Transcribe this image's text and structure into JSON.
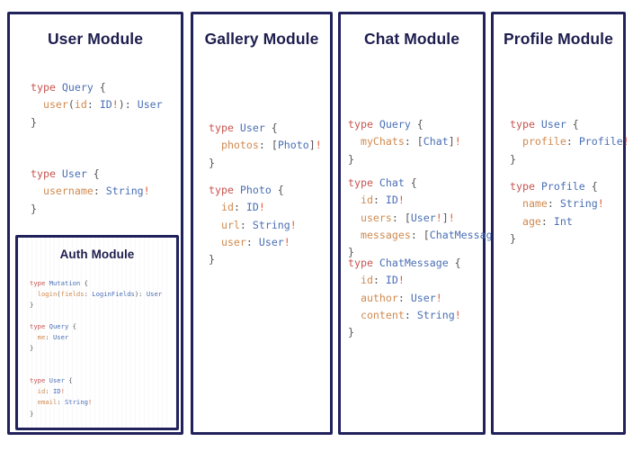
{
  "diagram": {
    "type": "graphql-schema-module-map",
    "background_color": "#ffffff",
    "border_color": "#21215c",
    "title_color": "#1d1d4e",
    "syntax_colors": {
      "keyword": "#c75450",
      "type_name": "#4a6fb5",
      "field_name": "#d08a50",
      "non_null": "#e05a3a",
      "punctuation": "#555555"
    }
  },
  "panels": {
    "user": {
      "title": "User Module",
      "blocks": [
        {
          "id": "user-code-1",
          "lines": [
            [
              {
                "t": "type ",
                "c": "kw"
              },
              {
                "t": "Query",
                "c": "tn"
              },
              {
                "t": " {",
                "c": "pun"
              }
            ],
            [
              {
                "t": "  ",
                "c": "pun"
              },
              {
                "t": "user",
                "c": "fld"
              },
              {
                "t": "(",
                "c": "pun"
              },
              {
                "t": "id",
                "c": "fld"
              },
              {
                "t": ": ",
                "c": "pun"
              },
              {
                "t": "ID",
                "c": "tn"
              },
              {
                "t": "!",
                "c": "bang"
              },
              {
                "t": "): ",
                "c": "pun"
              },
              {
                "t": "User",
                "c": "tn"
              }
            ],
            [
              {
                "t": "}",
                "c": "pun"
              }
            ]
          ]
        },
        {
          "id": "user-code-2",
          "lines": [
            [
              {
                "t": "type ",
                "c": "kw"
              },
              {
                "t": "User",
                "c": "tn"
              },
              {
                "t": " {",
                "c": "pun"
              }
            ],
            [
              {
                "t": "  ",
                "c": "pun"
              },
              {
                "t": "username",
                "c": "fld"
              },
              {
                "t": ": ",
                "c": "pun"
              },
              {
                "t": "String",
                "c": "tn"
              },
              {
                "t": "!",
                "c": "bang"
              }
            ],
            [
              {
                "t": "}",
                "c": "pun"
              }
            ]
          ]
        }
      ]
    },
    "auth": {
      "title": "Auth Module",
      "blocks": [
        {
          "id": "auth-code-1",
          "lines": [
            [
              {
                "t": "type ",
                "c": "kw"
              },
              {
                "t": "Mutation",
                "c": "tn"
              },
              {
                "t": " {",
                "c": "pun"
              }
            ],
            [
              {
                "t": "  ",
                "c": "pun"
              },
              {
                "t": "login",
                "c": "fld"
              },
              {
                "t": "(",
                "c": "pun"
              },
              {
                "t": "fields",
                "c": "fld"
              },
              {
                "t": ": ",
                "c": "pun"
              },
              {
                "t": "LoginFields",
                "c": "tn"
              },
              {
                "t": "): ",
                "c": "pun"
              },
              {
                "t": "User",
                "c": "tn"
              }
            ],
            [
              {
                "t": "}",
                "c": "pun"
              }
            ]
          ]
        },
        {
          "id": "auth-code-2",
          "lines": [
            [
              {
                "t": "type ",
                "c": "kw"
              },
              {
                "t": "Query",
                "c": "tn"
              },
              {
                "t": " {",
                "c": "pun"
              }
            ],
            [
              {
                "t": "  ",
                "c": "pun"
              },
              {
                "t": "me",
                "c": "fld"
              },
              {
                "t": ": ",
                "c": "pun"
              },
              {
                "t": "User",
                "c": "tn"
              }
            ],
            [
              {
                "t": "}",
                "c": "pun"
              }
            ]
          ]
        },
        {
          "id": "auth-code-3",
          "lines": [
            [
              {
                "t": "type ",
                "c": "kw"
              },
              {
                "t": "User",
                "c": "tn"
              },
              {
                "t": " {",
                "c": "pun"
              }
            ],
            [
              {
                "t": "  ",
                "c": "pun"
              },
              {
                "t": "id",
                "c": "fld"
              },
              {
                "t": ": ",
                "c": "pun"
              },
              {
                "t": "ID",
                "c": "tn"
              },
              {
                "t": "!",
                "c": "bang"
              }
            ],
            [
              {
                "t": "  ",
                "c": "pun"
              },
              {
                "t": "email",
                "c": "fld"
              },
              {
                "t": ": ",
                "c": "pun"
              },
              {
                "t": "String",
                "c": "tn"
              },
              {
                "t": "!",
                "c": "bang"
              }
            ],
            [
              {
                "t": "}",
                "c": "pun"
              }
            ]
          ]
        }
      ]
    },
    "gallery": {
      "title": "Gallery Module",
      "blocks": [
        {
          "id": "gallery-code-1",
          "lines": [
            [
              {
                "t": "type ",
                "c": "kw"
              },
              {
                "t": "User",
                "c": "tn"
              },
              {
                "t": " {",
                "c": "pun"
              }
            ],
            [
              {
                "t": "  ",
                "c": "pun"
              },
              {
                "t": "photos",
                "c": "fld"
              },
              {
                "t": ": [",
                "c": "pun"
              },
              {
                "t": "Photo",
                "c": "tn"
              },
              {
                "t": "]",
                "c": "pun"
              },
              {
                "t": "!",
                "c": "bang"
              }
            ],
            [
              {
                "t": "}",
                "c": "pun"
              }
            ]
          ]
        },
        {
          "id": "gallery-code-2",
          "lines": [
            [
              {
                "t": "type ",
                "c": "kw"
              },
              {
                "t": "Photo",
                "c": "tn"
              },
              {
                "t": " {",
                "c": "pun"
              }
            ],
            [
              {
                "t": "  ",
                "c": "pun"
              },
              {
                "t": "id",
                "c": "fld"
              },
              {
                "t": ": ",
                "c": "pun"
              },
              {
                "t": "ID",
                "c": "tn"
              },
              {
                "t": "!",
                "c": "bang"
              }
            ],
            [
              {
                "t": "  ",
                "c": "pun"
              },
              {
                "t": "url",
                "c": "fld"
              },
              {
                "t": ": ",
                "c": "pun"
              },
              {
                "t": "String",
                "c": "tn"
              },
              {
                "t": "!",
                "c": "bang"
              }
            ],
            [
              {
                "t": "  ",
                "c": "pun"
              },
              {
                "t": "user",
                "c": "fld"
              },
              {
                "t": ": ",
                "c": "pun"
              },
              {
                "t": "User",
                "c": "tn"
              },
              {
                "t": "!",
                "c": "bang"
              }
            ],
            [
              {
                "t": "}",
                "c": "pun"
              }
            ]
          ]
        }
      ]
    },
    "chat": {
      "title": "Chat Module",
      "blocks": [
        {
          "id": "chat-code-1",
          "lines": [
            [
              {
                "t": "type ",
                "c": "kw"
              },
              {
                "t": "Query",
                "c": "tn"
              },
              {
                "t": " {",
                "c": "pun"
              }
            ],
            [
              {
                "t": "  ",
                "c": "pun"
              },
              {
                "t": "myChats",
                "c": "fld"
              },
              {
                "t": ": [",
                "c": "pun"
              },
              {
                "t": "Chat",
                "c": "tn"
              },
              {
                "t": "]",
                "c": "pun"
              },
              {
                "t": "!",
                "c": "bang"
              }
            ],
            [
              {
                "t": "}",
                "c": "pun"
              }
            ]
          ]
        },
        {
          "id": "chat-code-2",
          "lines": [
            [
              {
                "t": "type ",
                "c": "kw"
              },
              {
                "t": "Chat",
                "c": "tn"
              },
              {
                "t": " {",
                "c": "pun"
              }
            ],
            [
              {
                "t": "  ",
                "c": "pun"
              },
              {
                "t": "id",
                "c": "fld"
              },
              {
                "t": ": ",
                "c": "pun"
              },
              {
                "t": "ID",
                "c": "tn"
              },
              {
                "t": "!",
                "c": "bang"
              }
            ],
            [
              {
                "t": "  ",
                "c": "pun"
              },
              {
                "t": "users",
                "c": "fld"
              },
              {
                "t": ": [",
                "c": "pun"
              },
              {
                "t": "User",
                "c": "tn"
              },
              {
                "t": "!",
                "c": "bang"
              },
              {
                "t": "]",
                "c": "pun"
              },
              {
                "t": "!",
                "c": "bang"
              }
            ],
            [
              {
                "t": "  ",
                "c": "pun"
              },
              {
                "t": "messages",
                "c": "fld"
              },
              {
                "t": ": [",
                "c": "pun"
              },
              {
                "t": "ChatMessage",
                "c": "tn"
              },
              {
                "t": "]",
                "c": "pun"
              },
              {
                "t": "!",
                "c": "bang"
              }
            ],
            [
              {
                "t": "}",
                "c": "pun"
              }
            ]
          ]
        },
        {
          "id": "chat-code-3",
          "lines": [
            [
              {
                "t": "type ",
                "c": "kw"
              },
              {
                "t": "ChatMessage",
                "c": "tn"
              },
              {
                "t": " {",
                "c": "pun"
              }
            ],
            [
              {
                "t": "  ",
                "c": "pun"
              },
              {
                "t": "id",
                "c": "fld"
              },
              {
                "t": ": ",
                "c": "pun"
              },
              {
                "t": "ID",
                "c": "tn"
              },
              {
                "t": "!",
                "c": "bang"
              }
            ],
            [
              {
                "t": "  ",
                "c": "pun"
              },
              {
                "t": "author",
                "c": "fld"
              },
              {
                "t": ": ",
                "c": "pun"
              },
              {
                "t": "User",
                "c": "tn"
              },
              {
                "t": "!",
                "c": "bang"
              }
            ],
            [
              {
                "t": "  ",
                "c": "pun"
              },
              {
                "t": "content",
                "c": "fld"
              },
              {
                "t": ": ",
                "c": "pun"
              },
              {
                "t": "String",
                "c": "tn"
              },
              {
                "t": "!",
                "c": "bang"
              }
            ],
            [
              {
                "t": "}",
                "c": "pun"
              }
            ]
          ]
        }
      ]
    },
    "profile": {
      "title": "Profile Module",
      "blocks": [
        {
          "id": "profile-code-1",
          "lines": [
            [
              {
                "t": "type ",
                "c": "kw"
              },
              {
                "t": "User",
                "c": "tn"
              },
              {
                "t": " {",
                "c": "pun"
              }
            ],
            [
              {
                "t": "  ",
                "c": "pun"
              },
              {
                "t": "profile",
                "c": "fld"
              },
              {
                "t": ": ",
                "c": "pun"
              },
              {
                "t": "Profile",
                "c": "tn"
              },
              {
                "t": "!",
                "c": "bang"
              }
            ],
            [
              {
                "t": "}",
                "c": "pun"
              }
            ]
          ]
        },
        {
          "id": "profile-code-2",
          "lines": [
            [
              {
                "t": "type ",
                "c": "kw"
              },
              {
                "t": "Profile",
                "c": "tn"
              },
              {
                "t": " {",
                "c": "pun"
              }
            ],
            [
              {
                "t": "  ",
                "c": "pun"
              },
              {
                "t": "name",
                "c": "fld"
              },
              {
                "t": ": ",
                "c": "pun"
              },
              {
                "t": "String",
                "c": "tn"
              },
              {
                "t": "!",
                "c": "bang"
              }
            ],
            [
              {
                "t": "  ",
                "c": "pun"
              },
              {
                "t": "age",
                "c": "fld"
              },
              {
                "t": ": ",
                "c": "pun"
              },
              {
                "t": "Int",
                "c": "tn"
              }
            ],
            [
              {
                "t": "}",
                "c": "pun"
              }
            ]
          ]
        }
      ]
    }
  }
}
